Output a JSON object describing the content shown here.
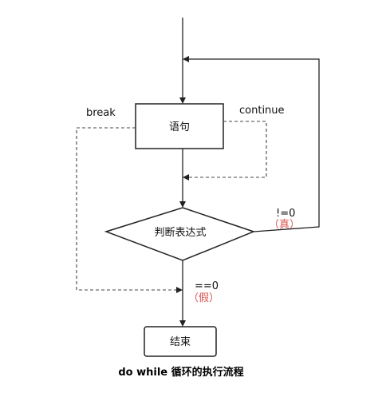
{
  "nodes": {
    "statement": "语句",
    "condition": "判断表达式",
    "end": "结束"
  },
  "edge_labels": {
    "break": "break",
    "continue": "continue",
    "true_cond": "!=0",
    "true_word": "（真）",
    "false_cond": "==0",
    "false_word": "（假）"
  },
  "caption": "do while 循环的执行流程",
  "colors": {
    "line": "#222222",
    "dashed": "#444444",
    "accent_red": "#d9534f",
    "box_fill": "#ffffff"
  }
}
